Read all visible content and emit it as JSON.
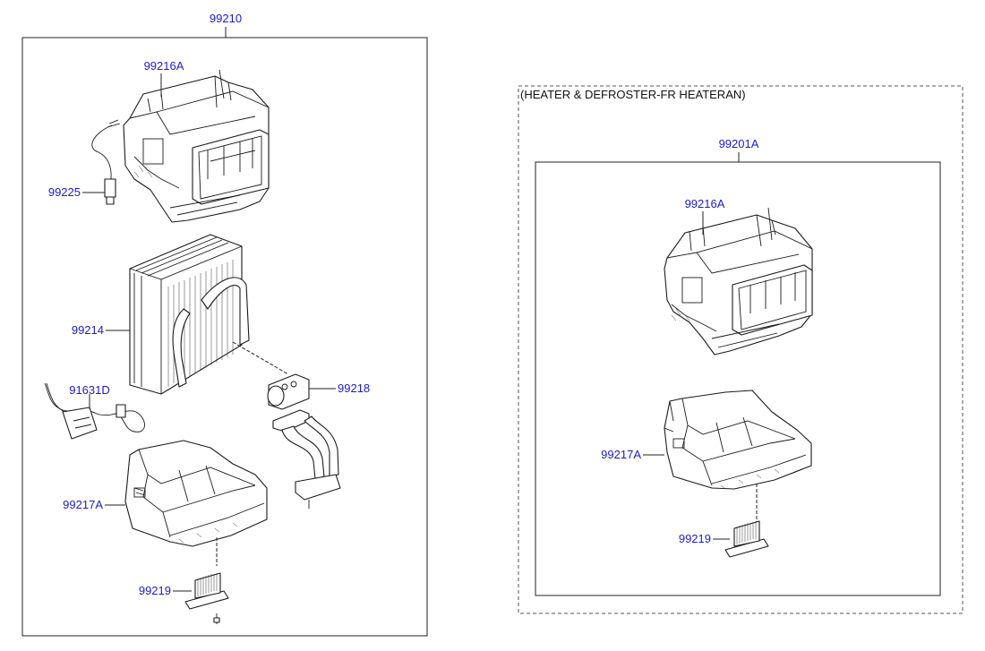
{
  "left_assembly": {
    "part_number": "99210",
    "parts": {
      "case_upper": "99216A",
      "sensor_wire": "99225",
      "evaporator": "99214",
      "harness": "91631D",
      "expansion_valve": "99218",
      "case_lower": "99217A",
      "resistor": "99219"
    }
  },
  "right_section": {
    "heading": "(HEATER & DEFROSTER-FR HEATERAN)",
    "part_number": "99201A",
    "parts": {
      "case_upper": "99216A",
      "case_lower": "99217A",
      "resistor": "99219"
    }
  },
  "colors": {
    "label": "#1a1ad6",
    "line": "#1a1a1a",
    "background": "#ffffff"
  }
}
